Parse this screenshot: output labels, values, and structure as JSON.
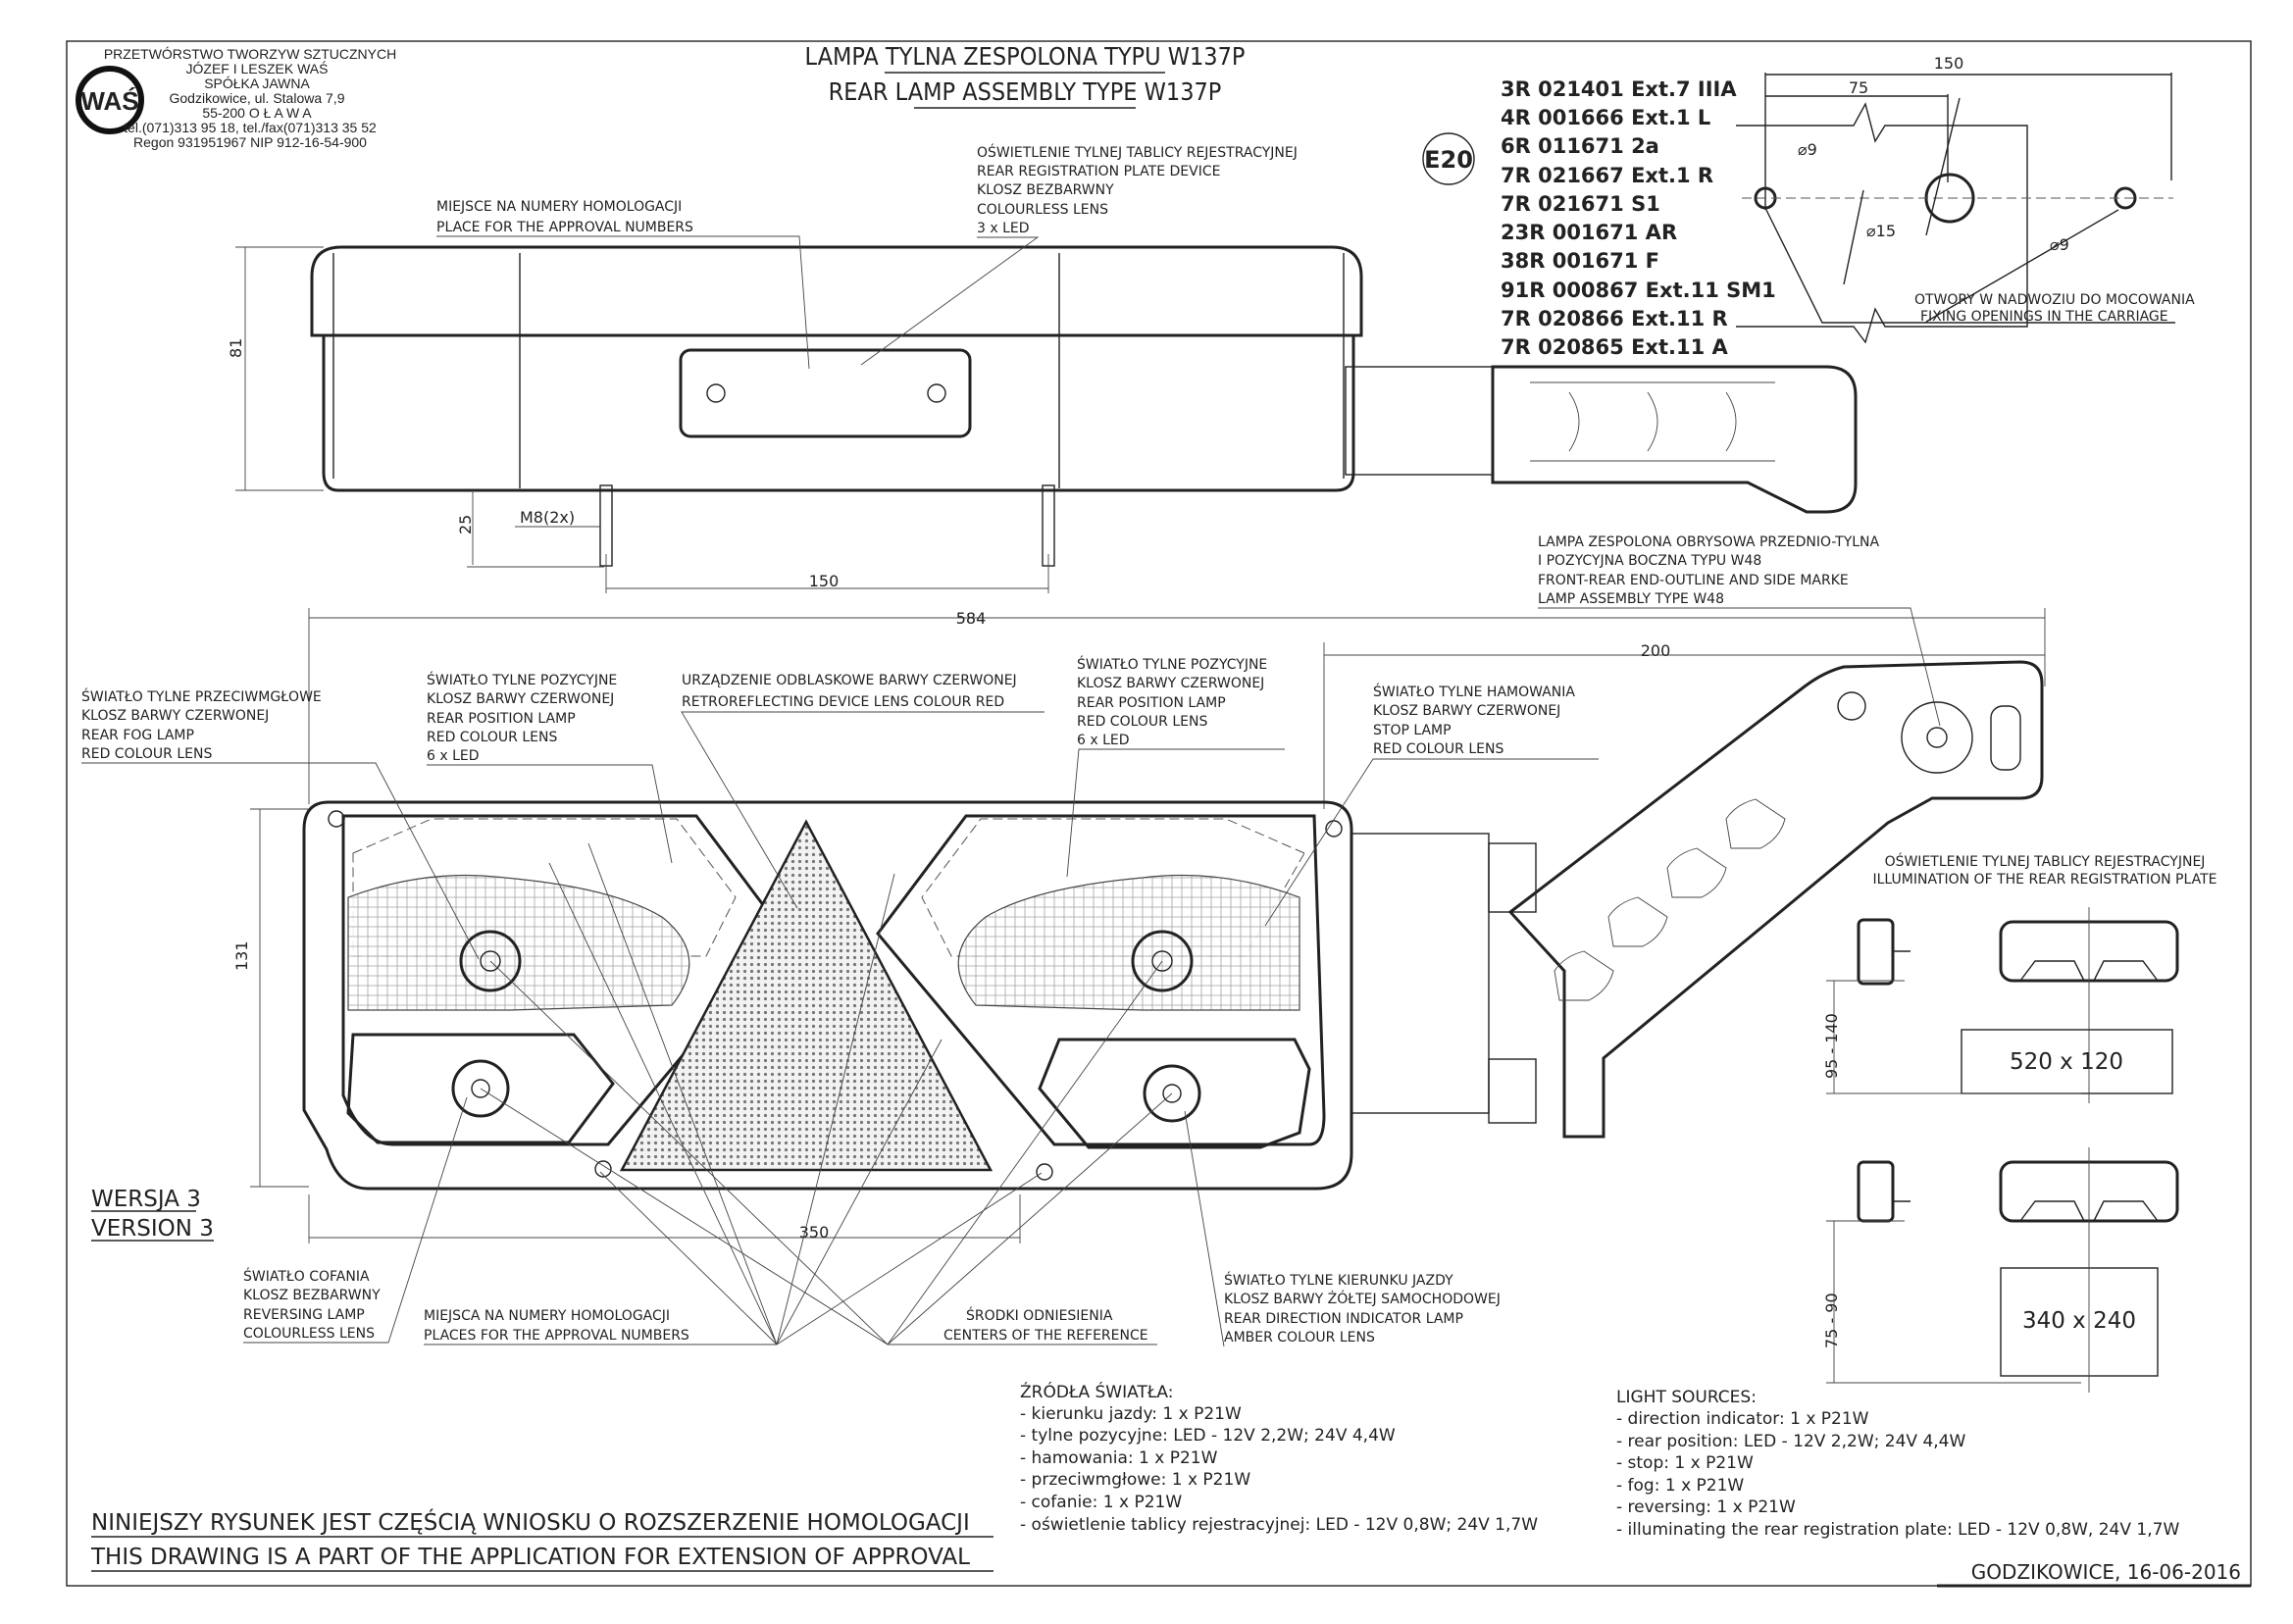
{
  "company": {
    "lines": [
      "PRZETWÓRSTWO TWORZYW SZTUCZNYCH",
      "JÓZEF I LESZEK WAŚ",
      "SPÓŁKA JAWNA",
      "Godzikowice, ul. Stalowa 7,9",
      "55-200  O Ł A W A",
      "tel.(071)313 95 18, tel./fax(071)313 35 52",
      "Regon 931951967 NIP 912-16-54-900"
    ],
    "logo": "WAŚ"
  },
  "title": {
    "pl": "LAMPA TYLNA ZESPOLONA TYPU W137P",
    "en": "REAR LAMP ASSEMBLY TYPE W137P"
  },
  "approval_mark": "E20",
  "approval_numbers": [
    "3R 021401 Ext.7 IIIA",
    "4R 001666 Ext.1 L",
    "6R 011671 2a",
    "7R 021667 Ext.1 R",
    "7R 021671 S1",
    "23R 001671 AR",
    "38R 001671 F",
    "91R 000867 Ext.11 SM1",
    "7R 020866 Ext.11 R",
    "7R 020865 Ext.11 A"
  ],
  "fixing": {
    "dim_total": "150",
    "dim_half": "75",
    "hole_small_1": "⌀9",
    "hole_big": "⌀15",
    "hole_small_2": "⌀9",
    "label": [
      "OTWORY W NADWOZIU DO MOCOWANIA",
      "FIXING OPENINGS IN THE CARRIAGE"
    ]
  },
  "labels": {
    "approval_place_top": [
      "MIEJSCE NA NUMERY HOMOLOGACJI",
      "PLACE FOR THE APPROVAL NUMBERS"
    ],
    "plate_device_top": [
      "OŚWIETLENIE TYLNEJ TABLICY REJESTRACYJNEJ",
      "REAR REGISTRATION PLATE DEVICE",
      "KLOSZ BEZBARWNY",
      "COLOURLESS LENS",
      "3 x LED"
    ],
    "w48": [
      "LAMPA ZESPOLONA OBRYSOWA PRZEDNIO-TYLNA",
      "I POZYCYJNA BOCZNA TYPU W48",
      "FRONT-REAR END-OUTLINE AND SIDE MARKE",
      "LAMP ASSEMBLY TYPE W48"
    ],
    "fog": [
      "ŚWIATŁO TYLNE PRZECIWMGŁOWE",
      "KLOSZ BARWY CZERWONEJ",
      "REAR FOG LAMP",
      "RED COLOUR LENS"
    ],
    "position_left": [
      "ŚWIATŁO TYLNE POZYCYJNE",
      "KLOSZ BARWY CZERWONEJ",
      "REAR POSITION LAMP",
      "RED COLOUR LENS",
      "6 x LED"
    ],
    "retro": [
      "URZĄDZENIE ODBLASKOWE BARWY CZERWONEJ",
      "RETROREFLECTING DEVICE LENS COLOUR RED"
    ],
    "position_right": [
      "ŚWIATŁO TYLNE POZYCYJNE",
      "KLOSZ BARWY CZERWONEJ",
      "REAR POSITION LAMP",
      "RED COLOUR LENS",
      "6 x LED"
    ],
    "stop": [
      "ŚWIATŁO TYLNE  HAMOWANIA",
      "KLOSZ BARWY CZERWONEJ",
      "STOP LAMP",
      "RED COLOUR LENS"
    ],
    "plate_illum": [
      "OŚWIETLENIE TYLNEJ TABLICY REJESTRACYJNEJ",
      "ILLUMINATION OF THE REAR REGISTRATION PLATE"
    ],
    "reversing": [
      "ŚWIATŁO COFANIA",
      "KLOSZ BEZBARWNY",
      "REVERSING LAMP",
      "COLOURLESS LENS"
    ],
    "approval_place_bottom": [
      "MIEJSCA NA NUMERY HOMOLOGACJI",
      "PLACES FOR THE APPROVAL NUMBERS"
    ],
    "reference": [
      "ŚRODKI ODNIESIENIA",
      "CENTERS OF THE REFERENCE"
    ],
    "indicator": [
      "ŚWIATŁO TYLNE KIERUNKU JAZDY",
      "KLOSZ BARWY ŻÓŁTEJ SAMOCHODOWEJ",
      "REAR DIRECTION INDICATOR LAMP",
      "AMBER COLOUR LENS"
    ]
  },
  "dimensions": {
    "height_top": "81",
    "bolt_len": "25",
    "bolt": "M8(2x)",
    "bolt_spacing": "150",
    "overall": "584",
    "arm": "200",
    "height_front": "131",
    "body": "350",
    "plate_range_1": "95 - 140",
    "plate_range_2": "75 - 90",
    "plate_1": "520 x 120",
    "plate_2": "340 x 240"
  },
  "version": [
    "WERSJA 3",
    "VERSION 3"
  ],
  "light_sources_pl": {
    "title": "ŹRÓDŁA ŚWIATŁA:",
    "items": [
      "- kierunku jazdy: 1 x P21W",
      "- tylne pozycyjne: LED - 12V 2,2W;  24V 4,4W",
      "- hamowania: 1 x P21W",
      "- przeciwmgłowe: 1 x P21W",
      "- cofanie:  1 x P21W",
      "- oświetlenie tablicy rejestracyjnej: LED - 12V 0,8W;  24V 1,7W"
    ]
  },
  "light_sources_en": {
    "title": "LIGHT SOURCES:",
    "items": [
      "- direction indicator: 1 x P21W",
      "- rear position: LED - 12V 2,2W;  24V 4,4W",
      "- stop: 1 x P21W",
      "- fog: 1 x P21W",
      "- reversing: 1 x P21W",
      "- illuminating the rear registration plate: LED - 12V 0,8W,  24V 1,7W"
    ]
  },
  "footer": {
    "note_pl": "NINIEJSZY RYSUNEK JEST CZĘŚCIĄ  WNIOSKU O  ROZSZERZENIE HOMOLOGACJI",
    "note_en": "THIS DRAWING IS A PART OF THE APPLICATION FOR EXTENSION OF  APPROVAL",
    "place_date": "GODZIKOWICE,  16-06-2016"
  }
}
